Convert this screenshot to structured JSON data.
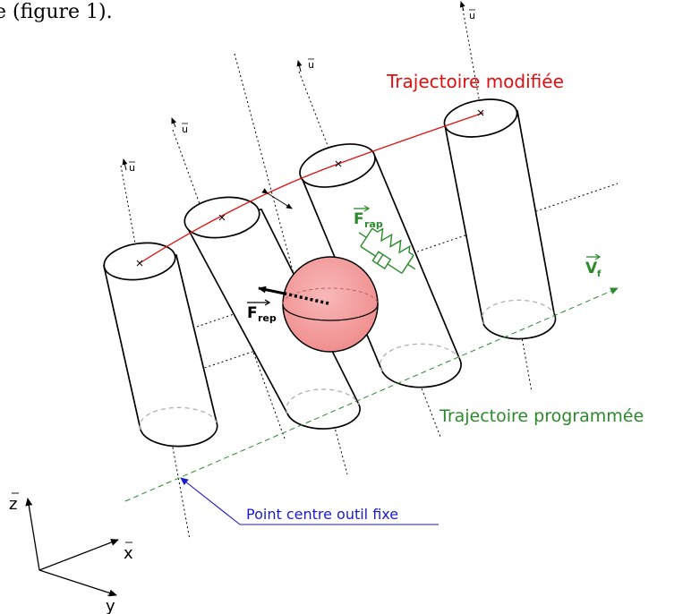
{
  "header_fragment": "e (figure 1).",
  "labels": {
    "trajectoire_modifiee": "Trajectoire modifiée",
    "trajectoire_programmee": "Trajectoire programmée",
    "point_centre": "Point centre outil fixe",
    "u_vector": "u",
    "f_rap_main": "F",
    "f_rap_sub": "rap",
    "f_rep_main": "F",
    "f_rep_sub": "rep",
    "v_f_main": "V",
    "v_f_sub": "f",
    "axis_z": "z",
    "axis_x": "x",
    "axis_y": "y"
  },
  "colors": {
    "modified_path": "#e01010",
    "programmed_path": "#2a8a2a",
    "point_centre": "#1a1ad0",
    "sphere": "#f4a0a0",
    "spring": "#2a8a2a"
  }
}
